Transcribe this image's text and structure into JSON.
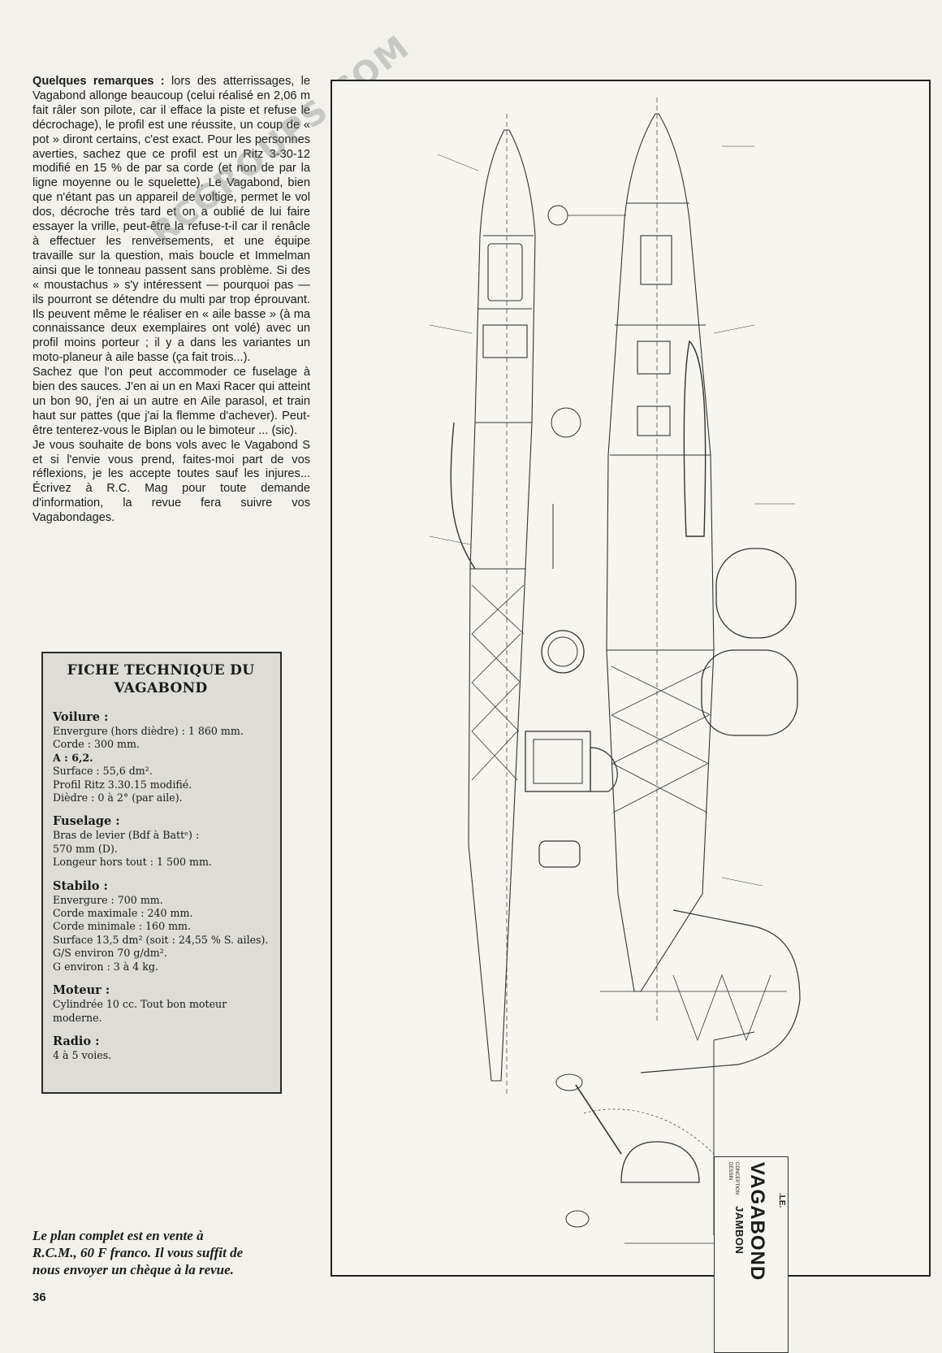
{
  "article": {
    "lead": "Quelques remarques :",
    "paragraphs": [
      "lors des atterrissages, le Vagabond allonge beaucoup (celui réalisé en 2,06 m fait râler son pilote, car il efface la piste et refuse le décrochage), le profil est une réussite, un coup de « pot » diront certains, c'est exact. Pour les personnes averties, sachez que ce profil est un Ritz 3-30-12 modifié en 15 % de par sa corde (et non de par la ligne moyenne ou le squelette). Le Vagabond, bien que n'étant pas un appareil de voltige, permet le vol dos, décroche très tard et on a oublié de lui faire essayer la vrille, peut-être la refuse-t-il car il renâcle à effectuer les renversements, et une équipe travaille sur la question, mais boucle et Immelman ainsi que le tonneau passent sans problème. Si des « moustachus » s'y intéressent — pourquoi pas — ils pourront se détendre du multi par trop éprouvant. Ils peuvent même le réaliser en « aile basse » (à ma connaissance deux exemplaires ont volé) avec un profil moins porteur ; il y a dans les variantes un moto-planeur à aile basse (ça fait trois...).",
      "Sachez que l'on peut accommoder ce fuselage à bien des sauces. J'en ai un en Maxi Racer qui atteint un bon 90, j'en ai un autre en Aile parasol, et train haut sur pattes (que j'ai la flemme d'achever). Peut-être tenterez-vous le Biplan ou le bimoteur ... (sic).",
      "Je vous souhaite de bons vols avec le Vagabond S et si l'envie vous prend, faites-moi part de vos réflexions, je les accepte toutes sauf les injures... Écrivez à R.C. Mag pour toute demande d'information, la revue fera suivre vos Vagabondages."
    ]
  },
  "fiche": {
    "title_line1": "FICHE TECHNIQUE DU",
    "title_line2": "VAGABOND",
    "sections": [
      {
        "head": "Voilure :",
        "lines": [
          "Envergure (hors dièdre) : 1 860 mm.",
          "Corde : 300 mm.",
          "A : 6,2.",
          "Surface : 55,6 dm².",
          "Profil Ritz 3.30.15 modifié.",
          "Dièdre : 0 à 2° (par aile)."
        ]
      },
      {
        "head": "Fuselage :",
        "lines": [
          "Bras de levier (Bdf à Battᵉ) :",
          "570 mm (D).",
          "Longeur hors tout : 1 500 mm."
        ]
      },
      {
        "head": "Stabilo :",
        "lines": [
          "Envergure : 700 mm.",
          "Corde maximale : 240 mm.",
          "Corde minimale : 160 mm.",
          "Surface 13,5 dm² (soit : 24,55 % S. ailes).",
          "G/S environ 70 g/dm².",
          "G environ : 3 à 4 kg."
        ]
      },
      {
        "head": "Moteur :",
        "lines": [
          "Cylindrée 10 cc. Tout bon moteur moderne."
        ]
      },
      {
        "head": "Radio :",
        "lines": [
          "4 à 5 voies."
        ]
      }
    ]
  },
  "caption": {
    "line1": "Le plan complet est en vente à",
    "line2": "R.C.M., 60 F franco. Il vous suffit de",
    "line3": "nous envoyer un chèque à la revue."
  },
  "page_number": "36",
  "plan": {
    "title_small": ".LE.",
    "title": "VAGABOND",
    "designer": "JAMBON",
    "label_conception": "CONCEPTION",
    "label_dessin": "DESSIN"
  },
  "watermark": "RCGROUPS.COM"
}
